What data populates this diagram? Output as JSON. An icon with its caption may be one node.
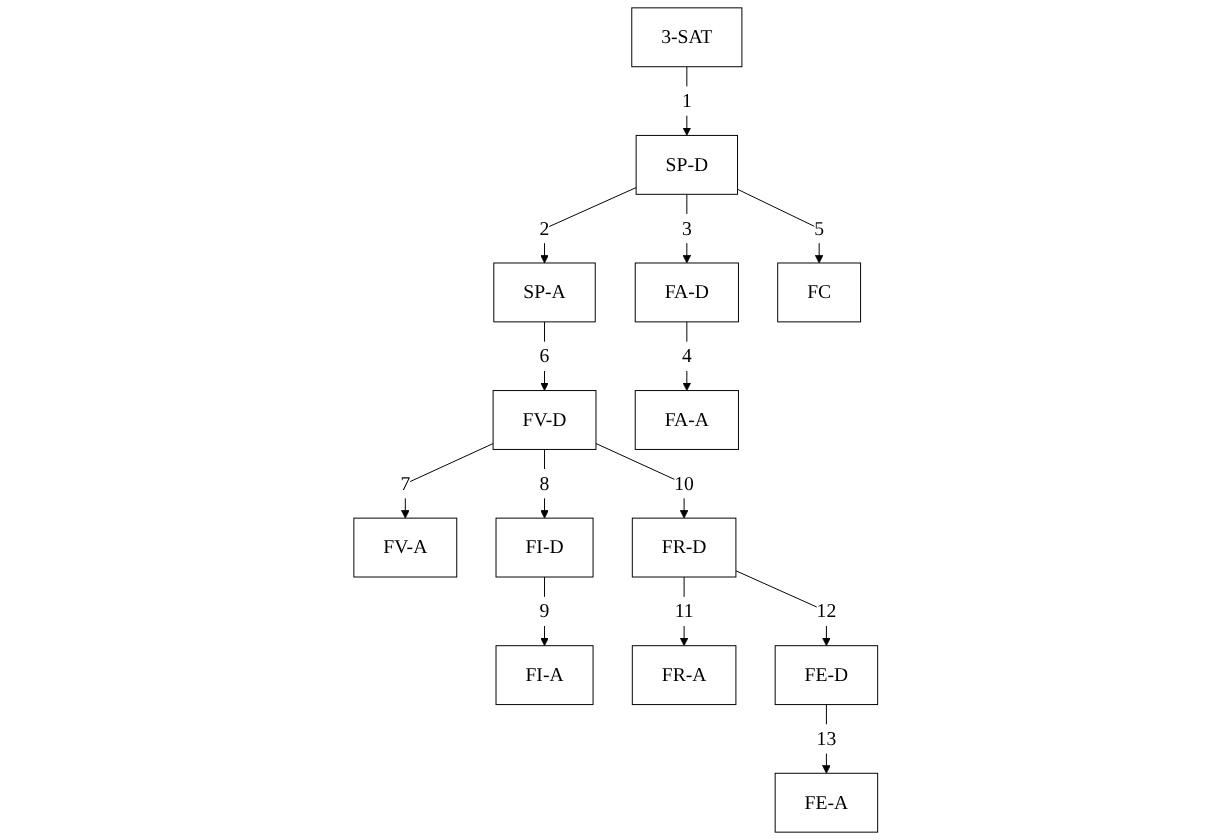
{
  "diagram": {
    "nodes": [
      {
        "text": [
          "3-SAT"
        ]
      },
      {
        "text": [
          "FC"
        ]
      },
      {
        "text": [
          "SP-D"
        ]
      },
      {
        "text": [
          "FA-D"
        ]
      },
      {
        "text": [
          "SP-A"
        ]
      },
      {
        "text": [
          "FA-A"
        ]
      },
      {
        "text": [
          "FI-D"
        ]
      },
      {
        "text": [
          "FV-D"
        ]
      },
      {
        "text": [
          "FR-D"
        ]
      },
      {
        "text": [
          "FE-D"
        ]
      },
      {
        "text": [
          "FI-A"
        ]
      },
      {
        "text": [
          "FV-A"
        ]
      },
      {
        "text": [
          "FR-A"
        ]
      },
      {
        "text": [
          "FE-A"
        ]
      }
    ],
    "edges": [
      {
        "from": 0,
        "to": 2,
        "arrow": "to",
        "label": "1"
      },
      {
        "from": 2,
        "to": 4,
        "arrow": "to",
        "label": "2"
      },
      {
        "from": 2,
        "to": 3,
        "arrow": "to",
        "label": "3"
      },
      {
        "from": 3,
        "to": 5,
        "arrow": "to",
        "label": "4"
      },
      {
        "from": 2,
        "to": 1,
        "arrow": "to",
        "label": "5"
      },
      {
        "from": 4,
        "to": 7,
        "arrow": "to",
        "label": "6"
      },
      {
        "from": 7,
        "to": 11,
        "arrow": "to",
        "label": "7"
      },
      {
        "from": 7,
        "to": 6,
        "arrow": "to",
        "label": "8"
      },
      {
        "from": 6,
        "to": 10,
        "arrow": "to",
        "label": "9"
      },
      {
        "from": 7,
        "to": 8,
        "arrow": "to",
        "label": "10"
      },
      {
        "from": 8,
        "to": 12,
        "arrow": "to",
        "label": "11"
      },
      {
        "from": 8,
        "to": 9,
        "arrow": "to",
        "label": "12"
      },
      {
        "from": 9,
        "to": 13,
        "arrow": "to",
        "label": "13"
      }
    ]
  }
}
